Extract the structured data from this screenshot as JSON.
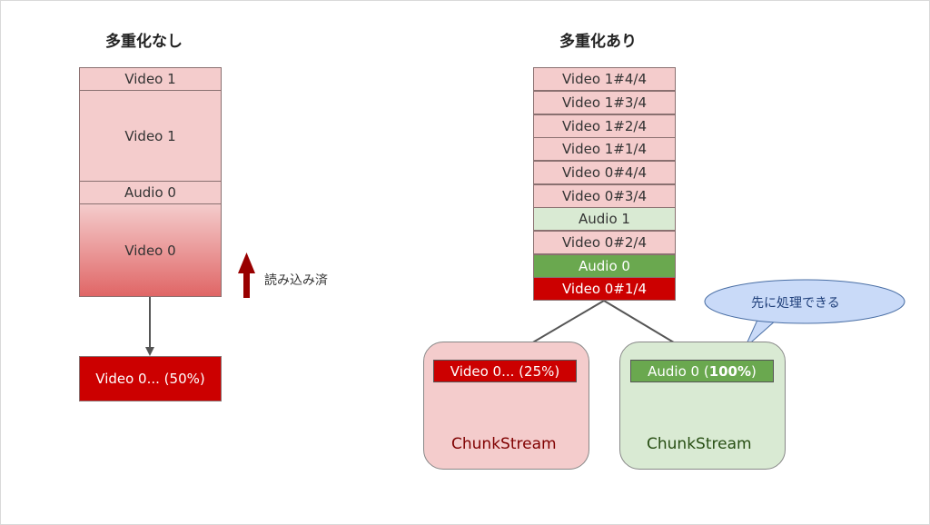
{
  "left": {
    "title": "多重化なし",
    "blocks": [
      {
        "label": "Video 1"
      },
      {
        "label": "Video 1"
      },
      {
        "label": "Audio 0"
      },
      {
        "label": "Video 0"
      }
    ],
    "output": "Video 0... (50%)",
    "read_label": "読み込み済"
  },
  "right": {
    "title": "多重化あり",
    "blocks": [
      {
        "label": "Video 1#4/4"
      },
      {
        "label": "Video 1#3/4"
      },
      {
        "label": "Video 1#2/4"
      },
      {
        "label": "Video 1#1/4"
      },
      {
        "label": "Video 0#4/4"
      },
      {
        "label": "Video 0#3/4"
      },
      {
        "label": "Audio 1"
      },
      {
        "label": "Video 0#2/4"
      },
      {
        "label": "Audio 0"
      },
      {
        "label": "Video 0#1/4"
      }
    ],
    "streams": [
      {
        "chip": "Video 0... (25%)",
        "label": "ChunkStream"
      },
      {
        "chip_prefix": "Audio 0 (",
        "chip_bold": "100%",
        "chip_suffix": ")",
        "label": "ChunkStream"
      }
    ],
    "bubble": "先に処理できる"
  },
  "colors": {
    "pink": "#f4cccc",
    "light_green": "#d9ead3",
    "green": "#6aa84f",
    "red": "#cc0000",
    "dark_red_arrow": "#990000",
    "bubble_fill": "#c9daf8"
  }
}
